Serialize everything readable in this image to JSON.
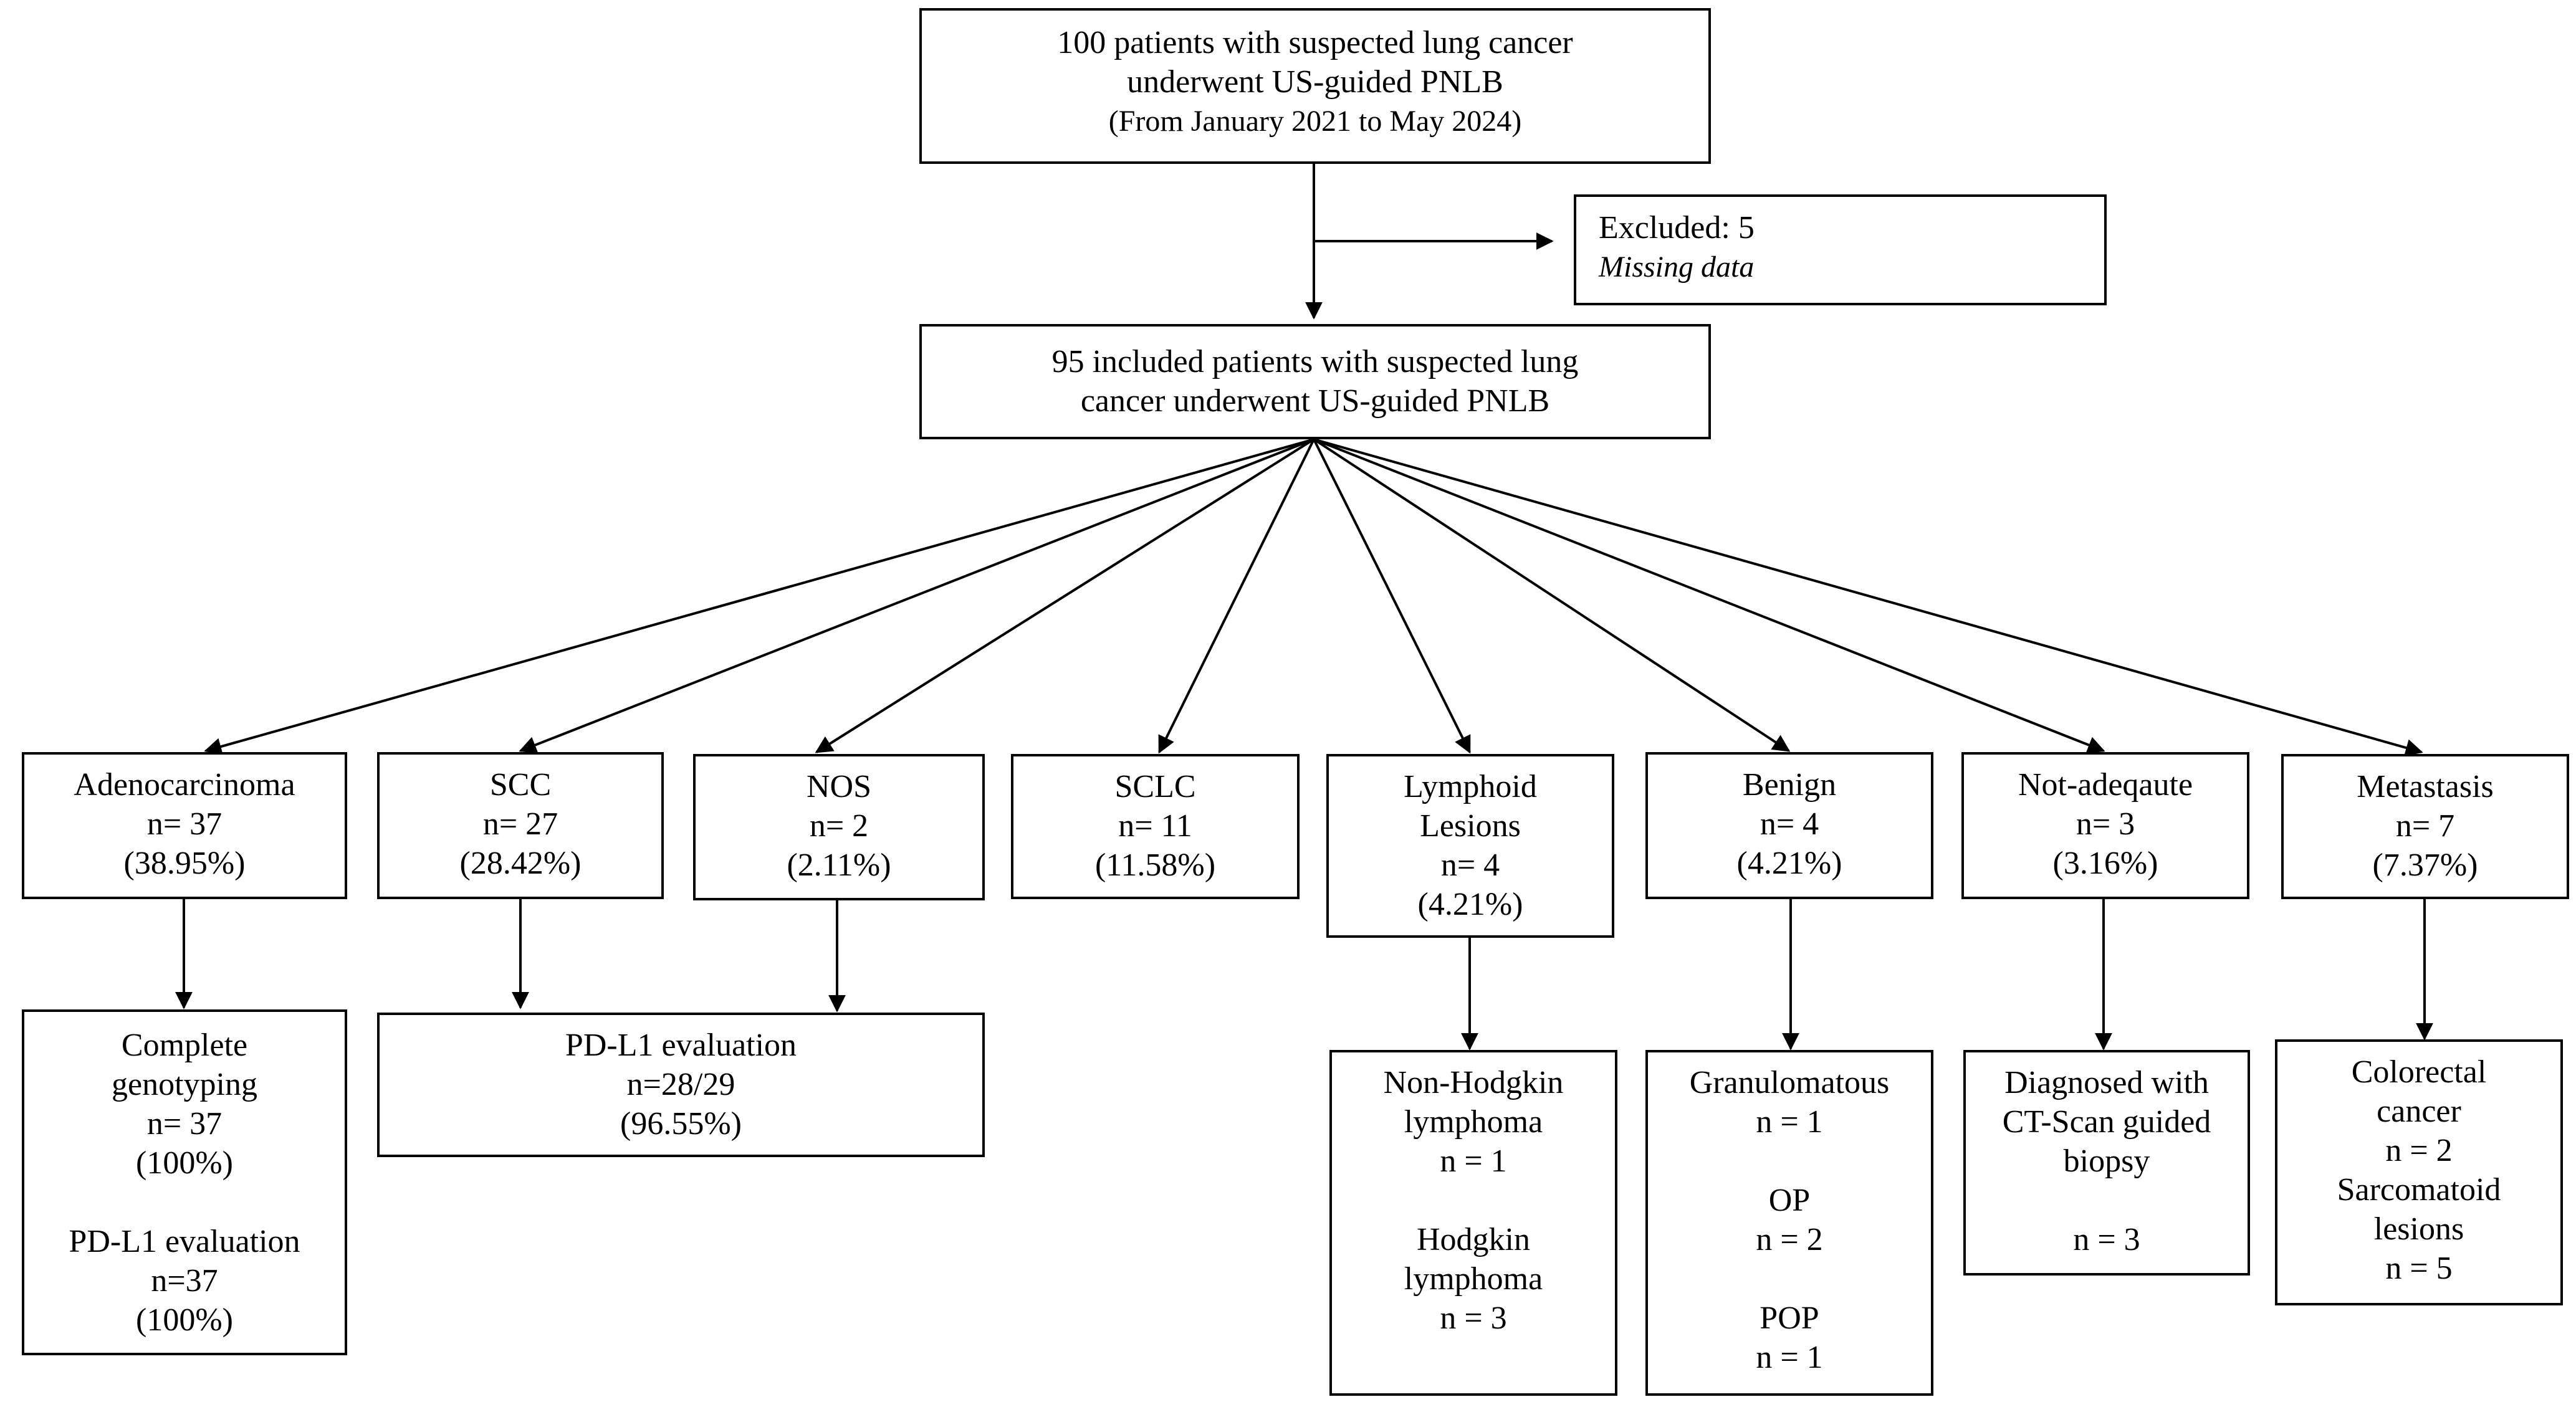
{
  "top_box": {
    "line1": "100 patients with suspected lung cancer",
    "line2": "underwent US-guided PNLB",
    "line3": "(From January 2021 to May 2024)"
  },
  "excluded_box": {
    "line1": "Excluded: 5",
    "line2": "Missing data"
  },
  "included_box": {
    "line1": "95 included patients with suspected lung",
    "line2": "cancer  underwent US-guided PNLB"
  },
  "categories": [
    {
      "lines": [
        "Adenocarcinoma",
        "n= 37",
        "(38.95%)"
      ]
    },
    {
      "lines": [
        "SCC",
        "n= 27",
        "(28.42%)"
      ]
    },
    {
      "lines": [
        "NOS",
        "n= 2",
        "(2.11%)"
      ]
    },
    {
      "lines": [
        "SCLC",
        "n= 11",
        "(11.58%)"
      ]
    },
    {
      "lines": [
        "Lymphoid",
        "Lesions",
        "n= 4",
        "(4.21%)"
      ]
    },
    {
      "lines": [
        "Benign",
        "n= 4",
        "(4.21%)"
      ]
    },
    {
      "lines": [
        "Not-adeqaute",
        "n= 3",
        "(3.16%)"
      ]
    },
    {
      "lines": [
        "Metastasis",
        "n= 7",
        "(7.37%)"
      ]
    }
  ],
  "outcomes": {
    "adeno": {
      "lines": [
        "Complete",
        "genotyping",
        "n= 37",
        "(100%)",
        "",
        "PD-L1 evaluation",
        "n=37",
        "(100%)"
      ]
    },
    "pdl1": {
      "lines": [
        "PD-L1 evaluation",
        "n=28/29",
        "(96.55%)"
      ]
    },
    "lymphoid": {
      "lines": [
        "Non-Hodgkin",
        "lymphoma",
        "n = 1",
        "",
        "Hodgkin",
        "lymphoma",
        "n = 3"
      ]
    },
    "benign": {
      "lines": [
        "Granulomatous",
        "n = 1",
        "",
        "OP",
        "n = 2",
        "",
        "POP",
        "n = 1"
      ]
    },
    "notadequate": {
      "lines": [
        "Diagnosed with",
        "CT-Scan guided",
        "biopsy",
        "",
        "n = 3"
      ]
    },
    "metastasis": {
      "lines": [
        "Colorectal",
        "cancer",
        "n = 2",
        "Sarcomatoid",
        "lesions",
        "n = 5"
      ]
    }
  }
}
